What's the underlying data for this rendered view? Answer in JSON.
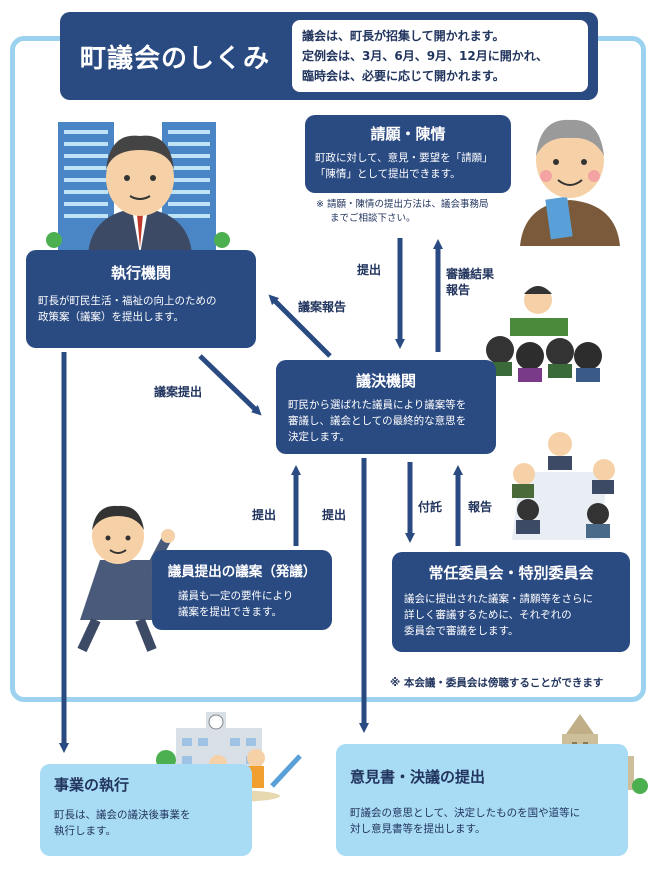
{
  "header": {
    "title": "町議会のしくみ",
    "note_lines": [
      "議会は、町長が招集して開かれます。",
      "定例会は、3月、6月、9月、12月に開かれ、",
      "臨時会は、必要に応じて開かれます。"
    ]
  },
  "nodes": {
    "petition": {
      "title": "請願・陳情",
      "text_lines": [
        "町政に対して、意見・要望を「請願」",
        "「陳情」として提出できます。"
      ],
      "note_lines": [
        "※ 請願・陳情の提出方法は、議会事務局",
        "までご相談下さい。"
      ]
    },
    "executive": {
      "title": "執行機関",
      "text_lines": [
        "町長が町民生活・福祉の向上のための",
        "政策案（議案）を提出します。"
      ]
    },
    "assembly": {
      "title": "議決機関",
      "text_lines": [
        "町民から選ばれた議員により議案等を",
        "審議し、議会としての最終的な意思を",
        "決定します。"
      ]
    },
    "member_bill": {
      "title": "議員提出の議案（発議）",
      "text_lines": [
        "議員も一定の要件により",
        "議案を提出できます。"
      ]
    },
    "committee": {
      "title": "常任委員会・特別委員会",
      "text_lines": [
        "議会に提出された議案・請願等をさらに",
        "詳しく審議するために、それぞれの",
        "委員会で審議をします。"
      ]
    },
    "execution": {
      "title": "事業の執行",
      "text_lines": [
        "町長は、議会の議決後事業を",
        "執行します。"
      ]
    },
    "opinion": {
      "title": "意見書・決議の提出",
      "text_lines": [
        "町議会の意思として、決定したものを国や道等に",
        "対し意見書等を提出します。"
      ]
    }
  },
  "arrow_labels": {
    "submit_petition": "提出",
    "result_report": [
      "審議結果",
      "報告"
    ],
    "bill_report": "議案報告",
    "bill_submit": "議案提出",
    "member_submit_1": "提出",
    "member_submit_2": "提出",
    "refer": "付託",
    "committee_report": "報告"
  },
  "footnote": "※ 本会議・委員会は傍聴することができます",
  "colors": {
    "dark_box": "#2a4a82",
    "light_box": "#a8dbf4",
    "frame_border": "#9cd2ef",
    "arrow": "#2a4a82"
  }
}
